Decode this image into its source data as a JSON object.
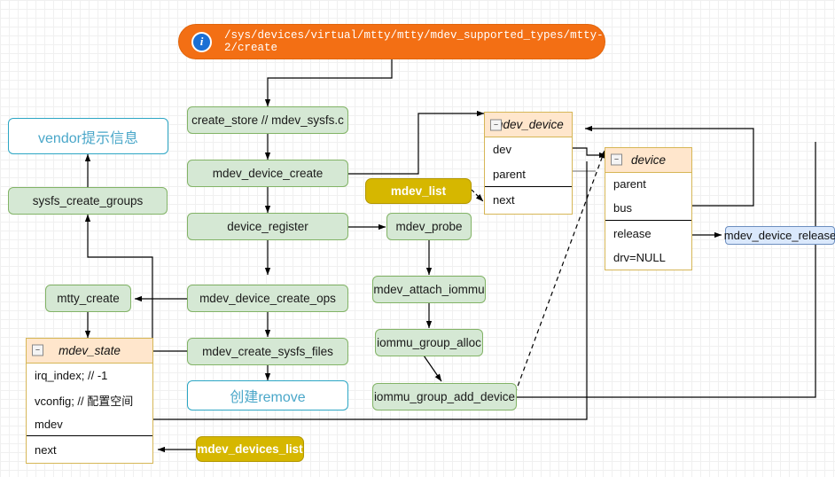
{
  "diagram": {
    "title_pill": {
      "icon": "info-icon",
      "path": "/sys/devices/virtual/mtty/mtty/mdev_supported_types/mtty-2/create",
      "color": "#f36f14"
    },
    "colors": {
      "process_fill": "#d5e8d4",
      "process_stroke": "#82b366",
      "note_stroke": "#2ca6c4",
      "note_text": "#4aa7c9",
      "list_fill": "#d6b700",
      "uml_header_fill": "#ffe6cc",
      "uml_stroke": "#d6b656",
      "label_fill": "#dae8fc",
      "label_stroke": "#6c8ebf",
      "edge": "#000000"
    },
    "process_nodes": [
      {
        "id": "create_store",
        "label": "create_store // mdev_sysfs.c"
      },
      {
        "id": "mdev_device_create",
        "label": "mdev_device_create"
      },
      {
        "id": "device_register",
        "label": "device_register"
      },
      {
        "id": "mdev_device_create_ops",
        "label": "mdev_device_create_ops"
      },
      {
        "id": "mdev_create_sysfs_files",
        "label": "mdev_create_sysfs_files"
      },
      {
        "id": "sysfs_create_groups",
        "label": "sysfs_create_groups"
      },
      {
        "id": "mtty_create",
        "label": "mtty_create"
      },
      {
        "id": "mdev_probe",
        "label": "mdev_probe"
      },
      {
        "id": "mdev_attach_iommu",
        "label": "mdev_attach_iommu"
      },
      {
        "id": "iommu_group_alloc",
        "label": "iommu_group_alloc"
      },
      {
        "id": "iommu_group_add_device",
        "label": "iommu_group_add_device"
      }
    ],
    "note_nodes": [
      {
        "id": "vendor_note",
        "label": "vendor提示信息"
      },
      {
        "id": "create_remove",
        "label": "创建remove"
      }
    ],
    "list_nodes": [
      {
        "id": "mdev_list",
        "label": "mdev_list"
      },
      {
        "id": "mdev_devices_list",
        "label": "mdev_devices_list"
      }
    ],
    "label_nodes": [
      {
        "id": "mdev_device_release",
        "label": "mdev_device_release"
      }
    ],
    "uml_nodes": [
      {
        "id": "mdev_device",
        "title": "mdev_device",
        "collapse_glyph": "−",
        "attributes": [
          "dev",
          "parent"
        ],
        "methods": [
          "next"
        ]
      },
      {
        "id": "device",
        "title": "device",
        "collapse_glyph": "−",
        "attributes": [
          "parent",
          "bus"
        ],
        "methods": [
          "release",
          "drv=NULL"
        ]
      },
      {
        "id": "mdev_state",
        "title": "mdev_state",
        "collapse_glyph": "−",
        "attributes": [
          "irq_index; // -1",
          "vconfig; // 配置空间",
          "mdev"
        ],
        "methods": [
          "next"
        ]
      }
    ]
  }
}
